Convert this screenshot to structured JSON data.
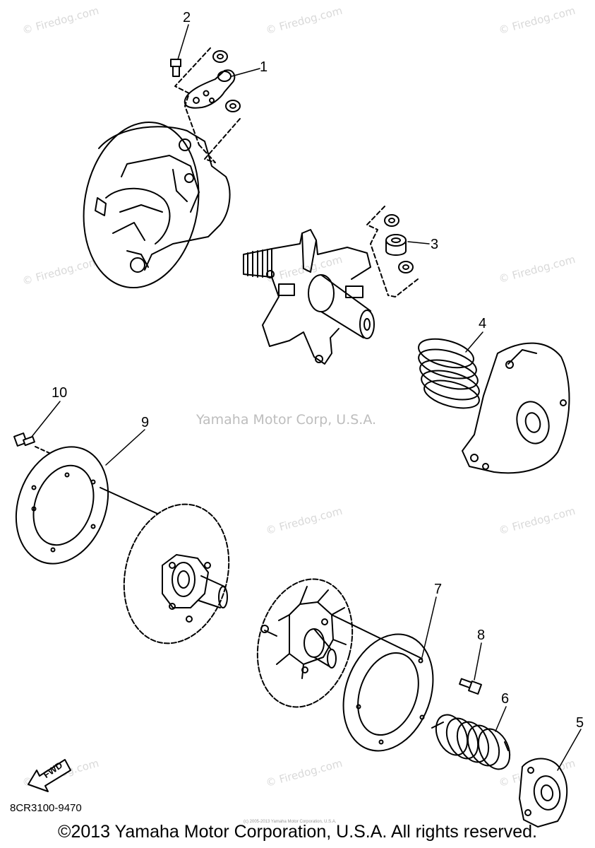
{
  "watermark": "© Firedog.com",
  "center_mark": "Yamaha Motor Corp, U.S.A.",
  "callouts": {
    "c1": "1",
    "c2": "2",
    "c3": "3",
    "c4": "4",
    "c5": "5",
    "c6": "6",
    "c7": "7",
    "c8": "8",
    "c9": "9",
    "c10": "10"
  },
  "fwd_label": "FWD",
  "part_code": "8CR3100-9470",
  "tiny_note": "(c) 2005-2013 Yamaha Motor Corporation, U.S.A.",
  "copyright": "©2013 Yamaha Motor Corporation, U.S.A. All rights reserved."
}
